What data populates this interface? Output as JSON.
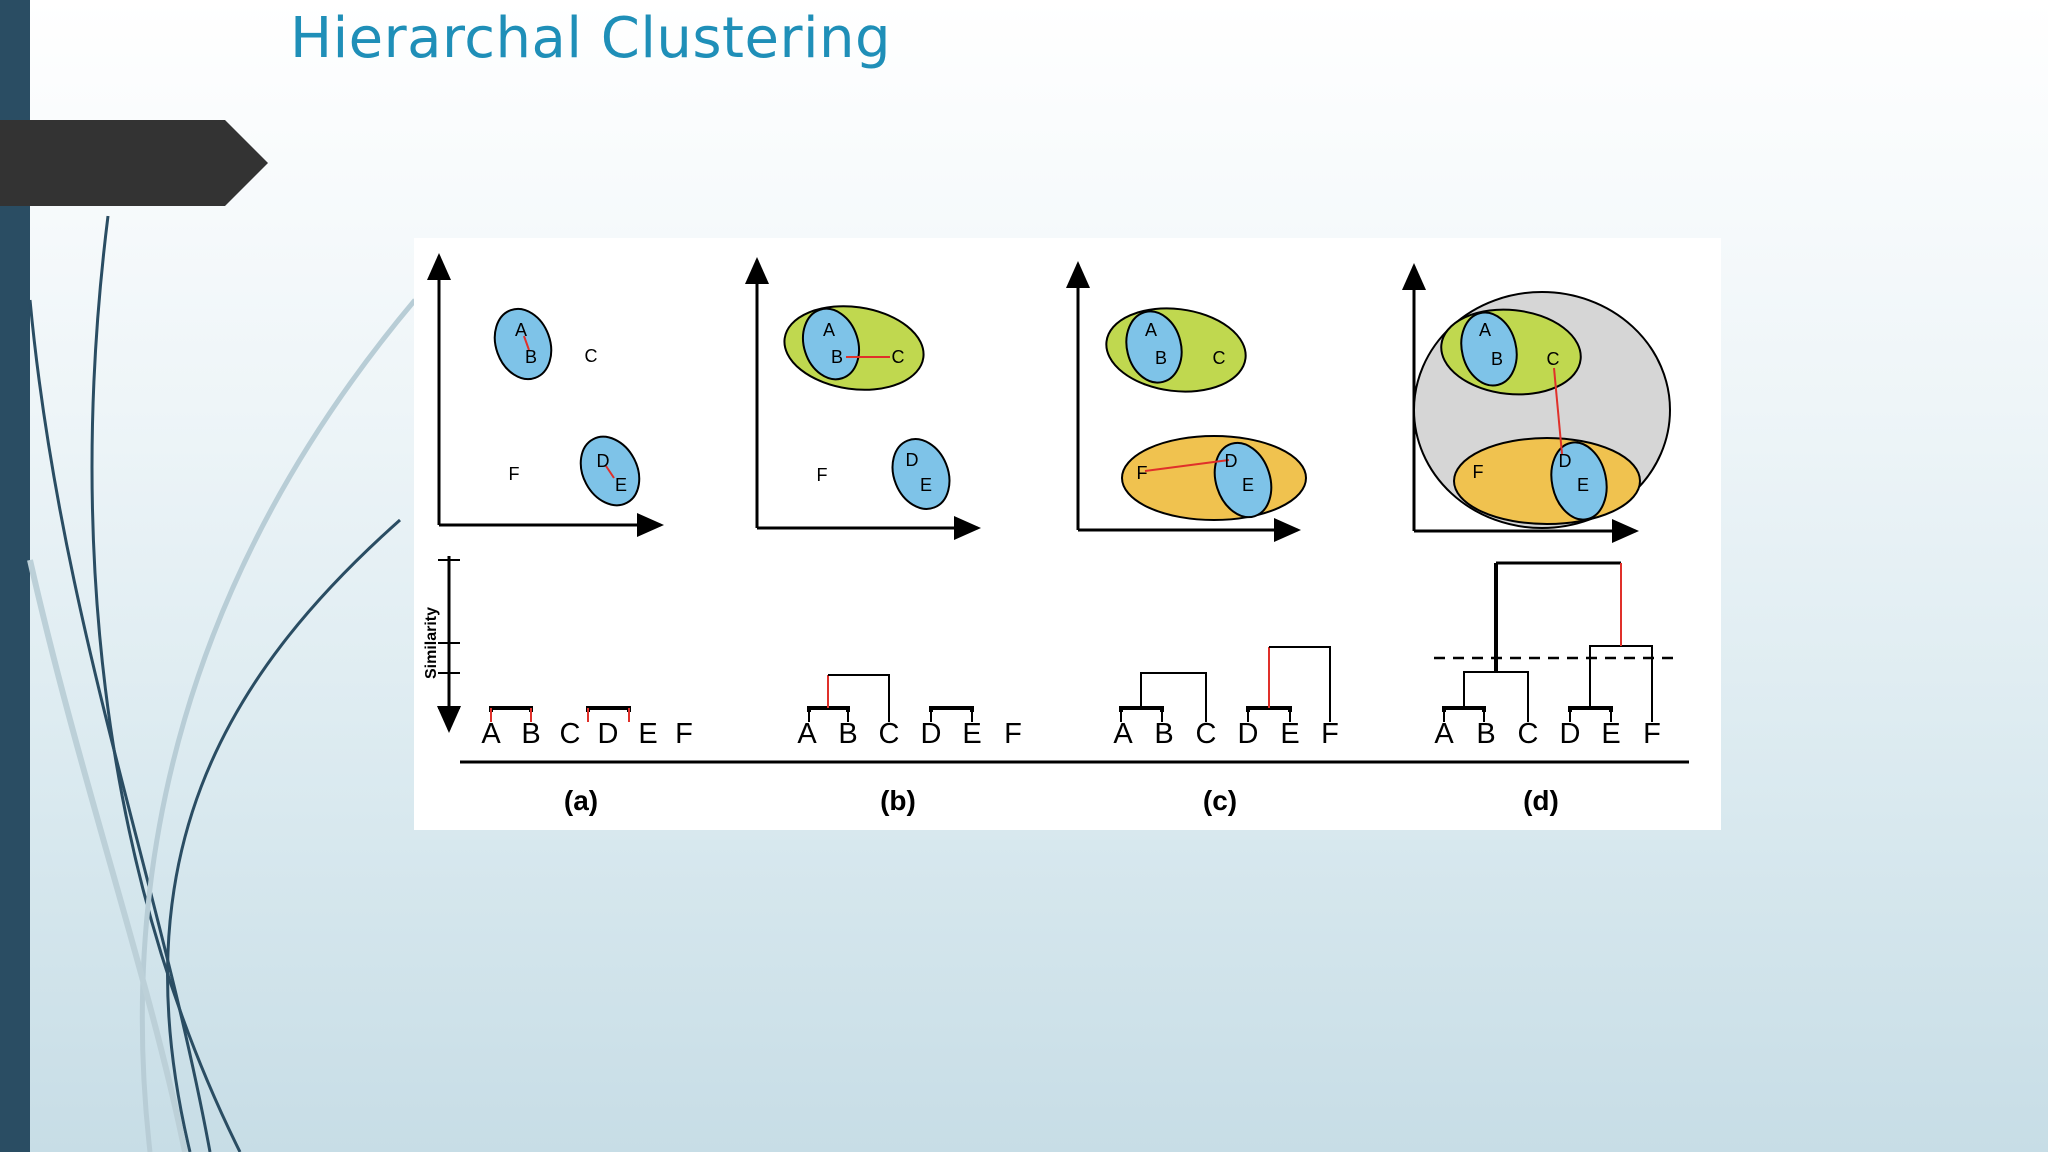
{
  "slide": {
    "title": "Hierarchal Clustering"
  },
  "figure": {
    "y_axis_label": "Similarity",
    "panels": [
      {
        "caption": "(a)",
        "leaves": [
          "A",
          "B",
          "C",
          "D",
          "E",
          "F"
        ],
        "scatter_points": [
          "A",
          "B",
          "C",
          "D",
          "E",
          "F"
        ]
      },
      {
        "caption": "(b)",
        "leaves": [
          "A",
          "B",
          "C",
          "D",
          "E",
          "F"
        ],
        "scatter_points": [
          "A",
          "B",
          "C",
          "D",
          "E",
          "F"
        ]
      },
      {
        "caption": "(c)",
        "leaves": [
          "A",
          "B",
          "C",
          "D",
          "E",
          "F"
        ],
        "scatter_points": [
          "A",
          "B",
          "C",
          "D",
          "E",
          "F"
        ]
      },
      {
        "caption": "(d)",
        "leaves": [
          "A",
          "B",
          "C",
          "D",
          "E",
          "F"
        ],
        "scatter_points": [
          "A",
          "B",
          "C",
          "D",
          "E",
          "F"
        ]
      }
    ]
  },
  "colors": {
    "title": "#1f8fb8",
    "sidebar": "#2a4d63",
    "cluster_blue": "#7ec3e8",
    "cluster_green": "#c0d84f",
    "cluster_orange": "#f0c24f",
    "cluster_gray": "#d6d6d6",
    "link_red": "#e0302a"
  }
}
